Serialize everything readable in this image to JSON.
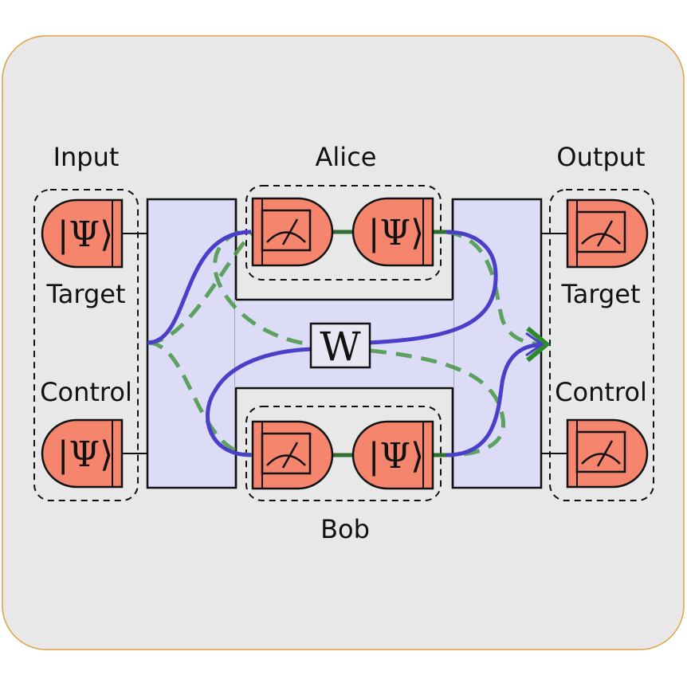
{
  "labels": {
    "input": "Input",
    "alice": "Alice",
    "output": "Output",
    "bob": "Bob",
    "input_target": "Target",
    "input_control": "Control",
    "output_target": "Target",
    "output_control": "Control",
    "operator": "W"
  },
  "symbols": {
    "state_psi": "|Ψ⟩"
  },
  "colors": {
    "panel_background": "#e8e8e8",
    "panel_border": "#e0a040",
    "box_fill": "#dcdcf6",
    "component_fill": "#f5866d",
    "solid_path": "#4a3fc8",
    "dashed_path": "#4f9a4f",
    "link_line": "#2e6e2e"
  },
  "icons": {
    "state_source": "psi-ket-source",
    "detector": "meter-gauge-icon",
    "arrow": "chevron-right-icon"
  }
}
